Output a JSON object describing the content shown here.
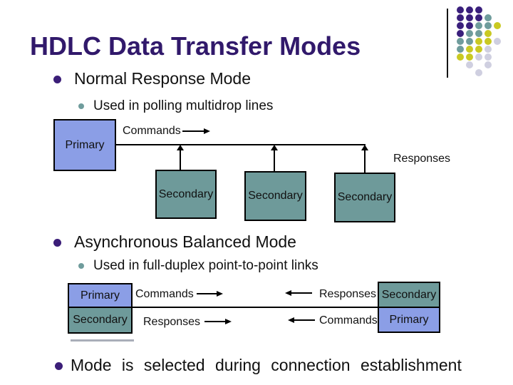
{
  "slide": {
    "title": "HDLC Data Transfer Modes"
  },
  "bullets": {
    "nrm": "Normal Response Mode",
    "nrm_sub": "Used in polling multidrop lines",
    "abm": "Asynchronous Balanced Mode",
    "abm_sub": "Used in full-duplex point-to-point links",
    "mode_select": "Mode is selected during connection establishment"
  },
  "diagram1": {
    "primary_label": "Primary",
    "commands_label": "Commands",
    "responses_label": "Responses",
    "secondary_labels": [
      "Secondary",
      "Secondary",
      "Secondary"
    ]
  },
  "diagram2": {
    "left_top_label": "Primary",
    "left_bottom_label": "Secondary",
    "right_top_label": "Secondary",
    "right_bottom_label": "Primary",
    "top_left_flow_label": "Commands",
    "top_right_flow_label": "Responses",
    "bottom_left_flow_label": "Responses",
    "bottom_right_flow_label": "Commands"
  },
  "colors": {
    "title": "#31196B",
    "bullet_purple": "#3B1E78",
    "bullet_teal": "#6F9C9C",
    "primary_box_fill": "#8B9EE6",
    "secondary_box_fill": "#6E9A9A",
    "box_border": "#000000",
    "dot_purple": "#3A1F7C",
    "dot_teal": "#6F9C9C",
    "dot_yellow": "#C9C922",
    "dot_gray": "#CFCFE0"
  },
  "decoration": {
    "pattern": [
      [
        "P",
        "P",
        "P",
        "",
        ""
      ],
      [
        "P",
        "P",
        "P",
        "T",
        ""
      ],
      [
        "P",
        "P",
        "T",
        "T",
        "Y"
      ],
      [
        "P",
        "T",
        "T",
        "Y",
        ""
      ],
      [
        "T",
        "T",
        "Y",
        "Y",
        "G"
      ],
      [
        "T",
        "Y",
        "Y",
        "G",
        ""
      ],
      [
        "Y",
        "Y",
        "G",
        "G",
        ""
      ],
      [
        "",
        "G",
        "",
        "G",
        ""
      ],
      [
        "",
        "",
        "G",
        "",
        ""
      ]
    ]
  }
}
